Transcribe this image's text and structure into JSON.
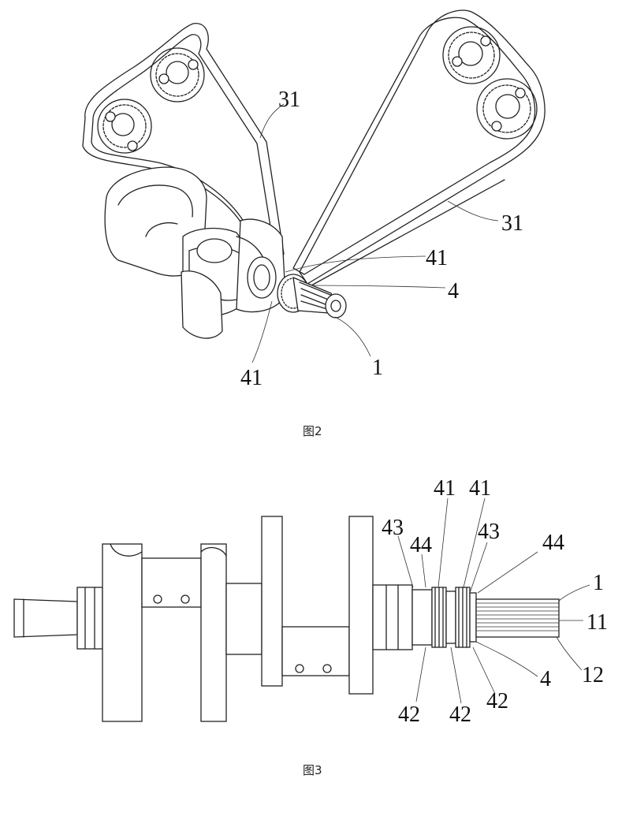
{
  "figure2": {
    "caption": "图2",
    "labels": {
      "chain_upper": "31",
      "chain_right": "31",
      "sprocket_right": "41",
      "gear_part": "4",
      "sprocket_left": "41",
      "shaft": "1"
    }
  },
  "figure3": {
    "caption": "图3",
    "labels": {
      "l43_left": "43",
      "l44_left": "44",
      "l41_a": "41",
      "l41_b": "41",
      "l43_right": "43",
      "l44_right": "44",
      "l1": "1",
      "l11": "11",
      "l12": "12",
      "l4": "4",
      "l42_a": "42",
      "l42_b": "42",
      "l42_c": "42"
    }
  }
}
